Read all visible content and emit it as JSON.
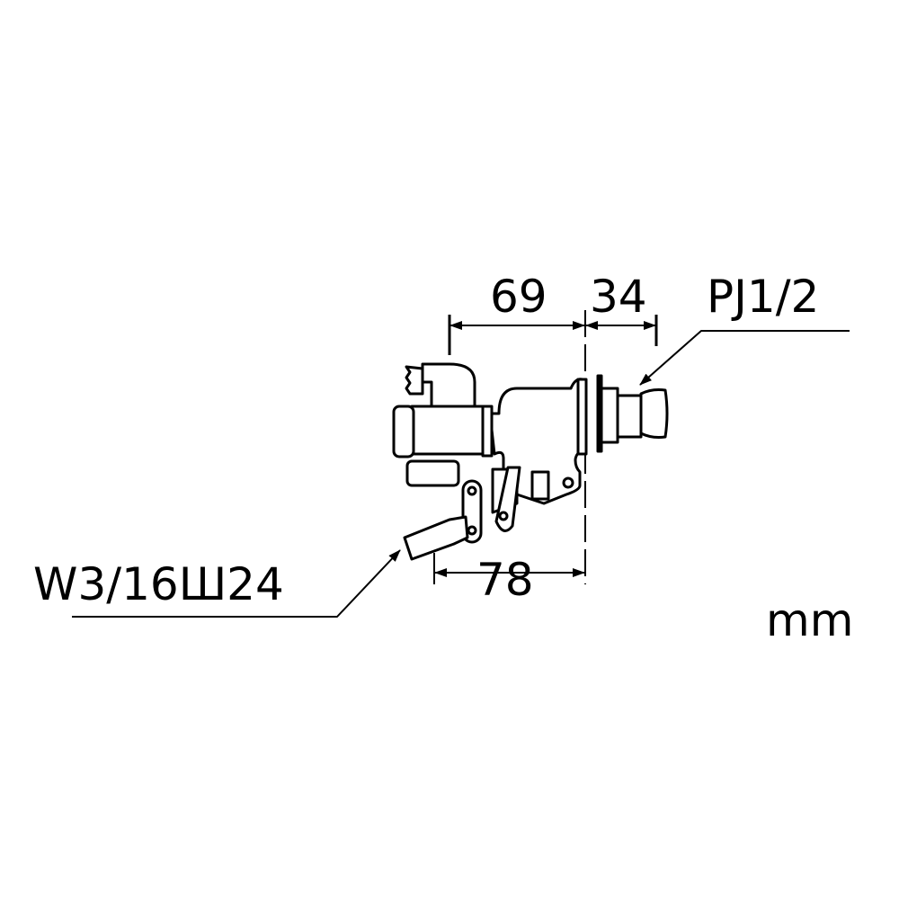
{
  "dimensions": {
    "dim_69": "69",
    "dim_34": "34",
    "dim_78": "78"
  },
  "labels": {
    "outlet_thread": "PJ1/2",
    "inlet_thread": "W3/16Ш24",
    "unit": "mm"
  },
  "colors": {
    "line": "#000000",
    "background": "#ffffff"
  }
}
